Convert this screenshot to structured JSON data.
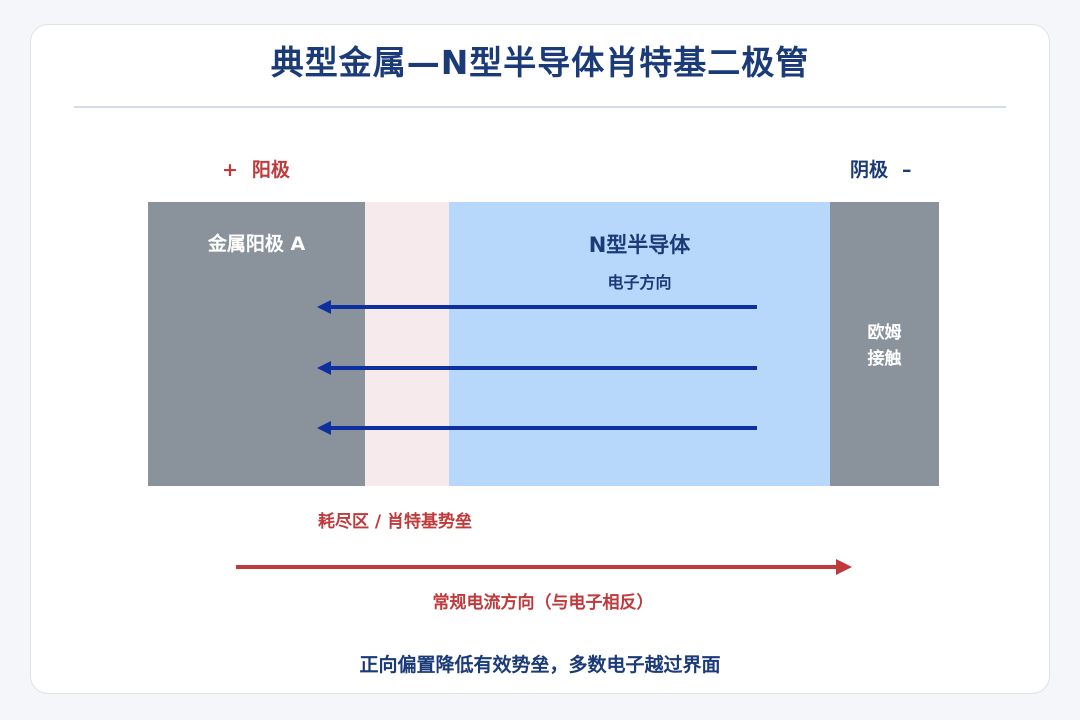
{
  "title": "典型金属—N型半导体肖特基二极管",
  "terminals": {
    "anode": {
      "sign": "+",
      "label": "阳极"
    },
    "cathode": {
      "label": "阴极",
      "sign": "–"
    }
  },
  "regions": {
    "metal": {
      "label": "金属阳极 A"
    },
    "depletion": {
      "label": "耗尽区 / 肖特基势垒"
    },
    "n_semiconductor": {
      "label": "N型半导体",
      "sublabel": "电子方向"
    },
    "ohmic": {
      "label_line1": "欧姆",
      "label_line2": "接触"
    }
  },
  "electron_arrows": {
    "count": 3,
    "direction": "left"
  },
  "current_arrow": {
    "label": "常规电流方向（与电子相反）",
    "direction": "right"
  },
  "note": "正向偏置降低有效势垒，多数电子越过界面",
  "colors": {
    "title": "#1a3a78",
    "anode": "#c0393b",
    "metal": "#8a929c",
    "depletion": "#f6eaec",
    "n_semiconductor": "#b8d8fb",
    "electron_arrow": "#0d2fa0",
    "current_arrow": "#c0393b"
  }
}
